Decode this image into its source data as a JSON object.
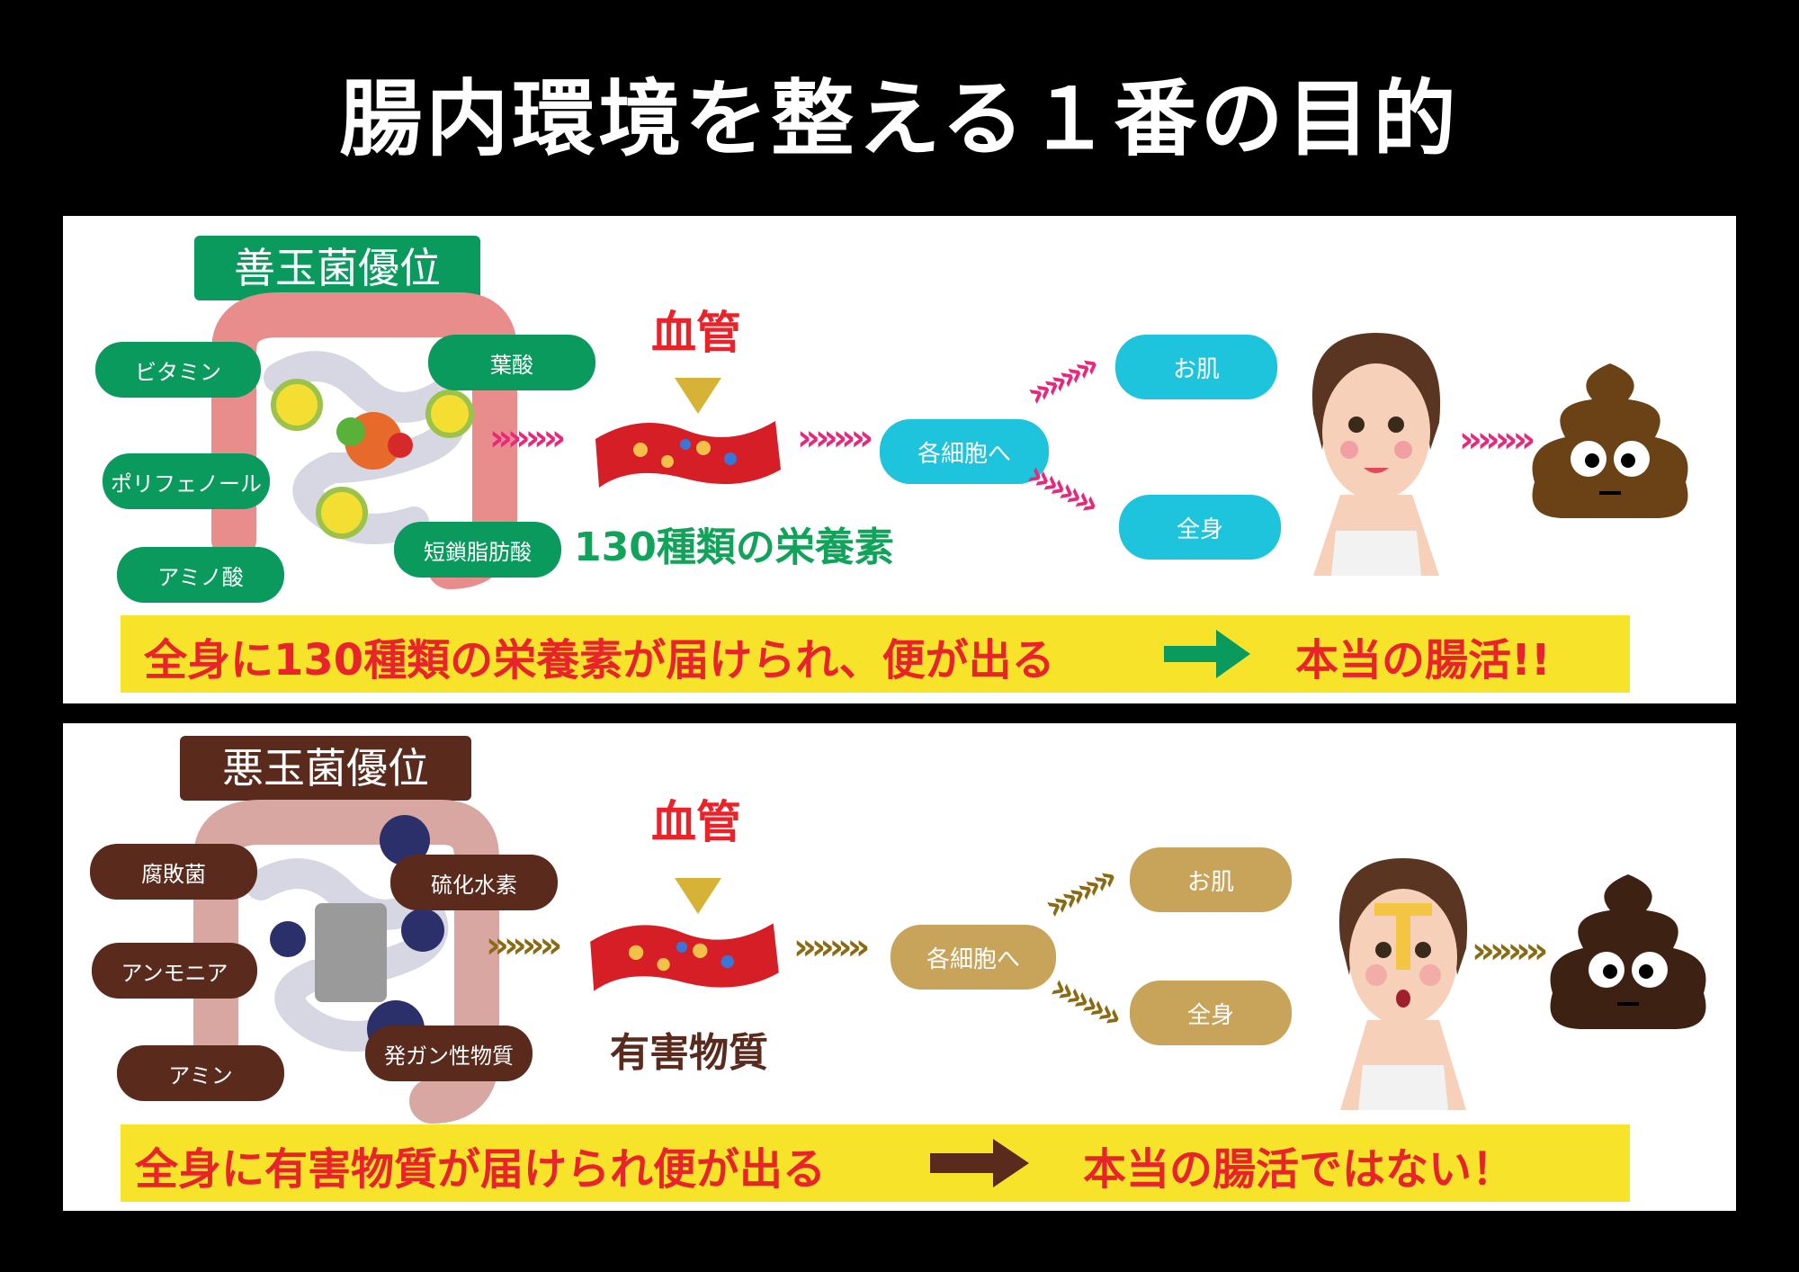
{
  "title": "腸内環境を整える１番の目的",
  "good": {
    "header": "善玉菌優位",
    "nutrients": [
      "ビタミン",
      "ポリフェノール",
      "アミノ酸",
      "葉酸",
      "短鎖脂肪酸"
    ],
    "vessel_label": "血管",
    "vessel_caption": "130種類の栄養素",
    "cells": "各細胞へ",
    "skin": "お肌",
    "body": "全身",
    "banner_left": "全身に130種類の栄養素が届けられ、便が出る",
    "banner_right": "本当の腸活!!",
    "colors": {
      "badge": "#0a9a5e",
      "chevron": "#e8287a",
      "arrow": "#0a9a5e"
    }
  },
  "bad": {
    "header": "悪玉菌優位",
    "substances": [
      "腐敗菌",
      "アンモニア",
      "アミン",
      "硫化水素",
      "発ガン性物質"
    ],
    "vessel_label": "血管",
    "vessel_caption": "有害物質",
    "cells": "各細胞へ",
    "skin": "お肌",
    "body": "全身",
    "banner_left": "全身に有害物質が届けられ便が出る",
    "banner_right": "本当の腸活ではない！",
    "colors": {
      "badge": "#5a2a1c",
      "chevron": "#8a6a12",
      "arrow": "#5a2a1c"
    }
  },
  "icons": [
    "intestine-illustration",
    "blood-vessel-icon",
    "woman-face-illustration",
    "poop-icon"
  ]
}
